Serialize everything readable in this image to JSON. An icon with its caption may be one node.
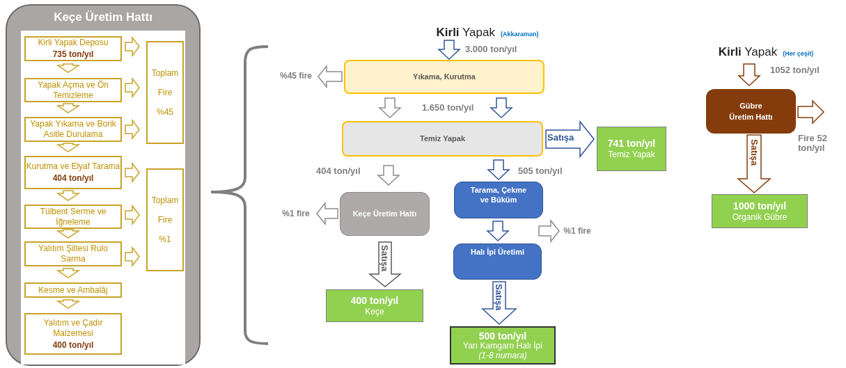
{
  "diagram": {
    "nodes": [
      {
        "text": [
          "Keçe Üretim Hattı"
        ]
      },
      {
        "text": [
          "Kirli Yapak Deposu",
          "735 ton/yıl"
        ],
        "in": 0
      },
      {
        "text": [
          "Yapak Açma ve Ön Temizleme"
        ],
        "in": 0
      },
      {
        "text": [
          "Yapak Yıkama ve Borik Asitle Durulama"
        ],
        "in": 0
      },
      {
        "text": [
          "Kurutma ve Elyaf Tarama",
          "404 ton/yıl"
        ],
        "in": 0
      },
      {
        "text": [
          "Tülbent Serme ve İğneleme"
        ],
        "in": 0
      },
      {
        "text": [
          "Yalıtım Şiltesi Rulo Sarma"
        ],
        "in": 0
      },
      {
        "text": [
          "Kesme ve Ambalâj"
        ],
        "in": 0
      },
      {
        "text": [
          "Yalıtım ve Çadır Malzemesi",
          "400 ton/yıl"
        ],
        "in": 0
      },
      {
        "text": [
          "Toplam",
          "Fire",
          "%45"
        ],
        "in": 0
      },
      {
        "text": [
          "Toplam",
          "Fire",
          "%1"
        ],
        "in": 0
      },
      {
        "text": [
          "**Kirli** Yapak",
          "(Akkaraman)"
        ]
      },
      {
        "text": [
          "Yıkama, Kurutma"
        ]
      },
      {
        "text": [
          "%45 fire"
        ]
      },
      {
        "text": [
          "Temiz Yapak"
        ]
      },
      {
        "text": [
          "741 ton/yıl",
          "Temiz Yapak"
        ]
      },
      {
        "text": [
          "Keçe Üretim Hattı"
        ]
      },
      {
        "text": [
          "Tarama, Çekme ve Büküm"
        ]
      },
      {
        "text": [
          "%1 fire"
        ]
      },
      {
        "text": [
          "Halı İpi Üretimi"
        ]
      },
      {
        "text": [
          "%1 fire"
        ]
      },
      {
        "text": [
          "400 ton/yıl",
          "Keçe"
        ]
      },
      {
        "text": [
          "500 ton/yıl",
          "Yarı Kamgarn Halı İpi *(1-8 numara)*"
        ]
      },
      {
        "text": [
          "**Kirli** Yapak",
          "(Her çeşit)"
        ]
      },
      {
        "text": [
          "Gübre Üretim Hattı"
        ]
      },
      {
        "text": [
          "1000 ton/yıl",
          "Organik Gübre"
        ]
      }
    ],
    "edges": [
      {
        "from": 1,
        "to": 2,
        "arrow": "to"
      },
      {
        "from": 2,
        "to": 3,
        "arrow": "to"
      },
      {
        "from": 3,
        "to": 4,
        "arrow": "to"
      },
      {
        "from": 4,
        "to": 5,
        "arrow": "to"
      },
      {
        "from": 5,
        "to": 6,
        "arrow": "to"
      },
      {
        "from": 6,
        "to": 7,
        "arrow": "to"
      },
      {
        "from": 7,
        "to": 8,
        "arrow": "to"
      },
      {
        "from": 1,
        "to": 9,
        "arrow": "to"
      },
      {
        "from": 2,
        "to": 9,
        "arrow": "to"
      },
      {
        "from": 3,
        "to": 9,
        "arrow": "to"
      },
      {
        "from": 4,
        "to": 10,
        "arrow": "to"
      },
      {
        "from": 5,
        "to": 10,
        "arrow": "to"
      },
      {
        "from": 6,
        "to": 10,
        "arrow": "to"
      },
      {
        "from": 11,
        "to": 12,
        "arrow": "to",
        "label": "3.000 ton/yıl",
        "color": "#2f5597"
      },
      {
        "from": 12,
        "to": 13,
        "arrow": "to",
        "color": "#8c8c8c"
      },
      {
        "from": 12,
        "to": 14,
        "arrow": "to",
        "color": "#8c8c8c"
      },
      {
        "from": 12,
        "to": 14,
        "arrow": "to",
        "label": "1.650 ton/yıl",
        "color": "#2f5597"
      },
      {
        "from": 14,
        "to": 15,
        "arrow": "to",
        "label": "Satışa",
        "color": "#2f5597"
      },
      {
        "from": 14,
        "to": 16,
        "arrow": "to",
        "label": "404 ton/yıl",
        "color": "#8c8c8c"
      },
      {
        "from": 14,
        "to": 17,
        "arrow": "to",
        "label": "505 ton/yıl",
        "color": "#2f5597"
      },
      {
        "from": 16,
        "to": 18,
        "arrow": "to",
        "color": "#8c8c8c"
      },
      {
        "from": 17,
        "to": 19,
        "arrow": "to",
        "color": "#2f5597"
      },
      {
        "from": null,
        "to": 20,
        "arrow": "to",
        "color": "#8c8c8c"
      },
      {
        "from": 16,
        "to": 21,
        "arrow": "to",
        "label": "Satışa",
        "color": "#595959"
      },
      {
        "from": 19,
        "to": 22,
        "arrow": "to",
        "label": "Satışa",
        "color": "#2f5597"
      },
      {
        "from": 23,
        "to": 24,
        "arrow": "to",
        "label": "1052 ton/yıl",
        "color": "#843c0c"
      },
      {
        "from": 24,
        "to": null,
        "arrow": "to",
        "label": "Fire 52 ton/yıl",
        "color": "#843c0c"
      },
      {
        "from": 24,
        "to": 25,
        "arrow": "to",
        "label": "Satışa",
        "color": "#843c0c"
      }
    ]
  }
}
